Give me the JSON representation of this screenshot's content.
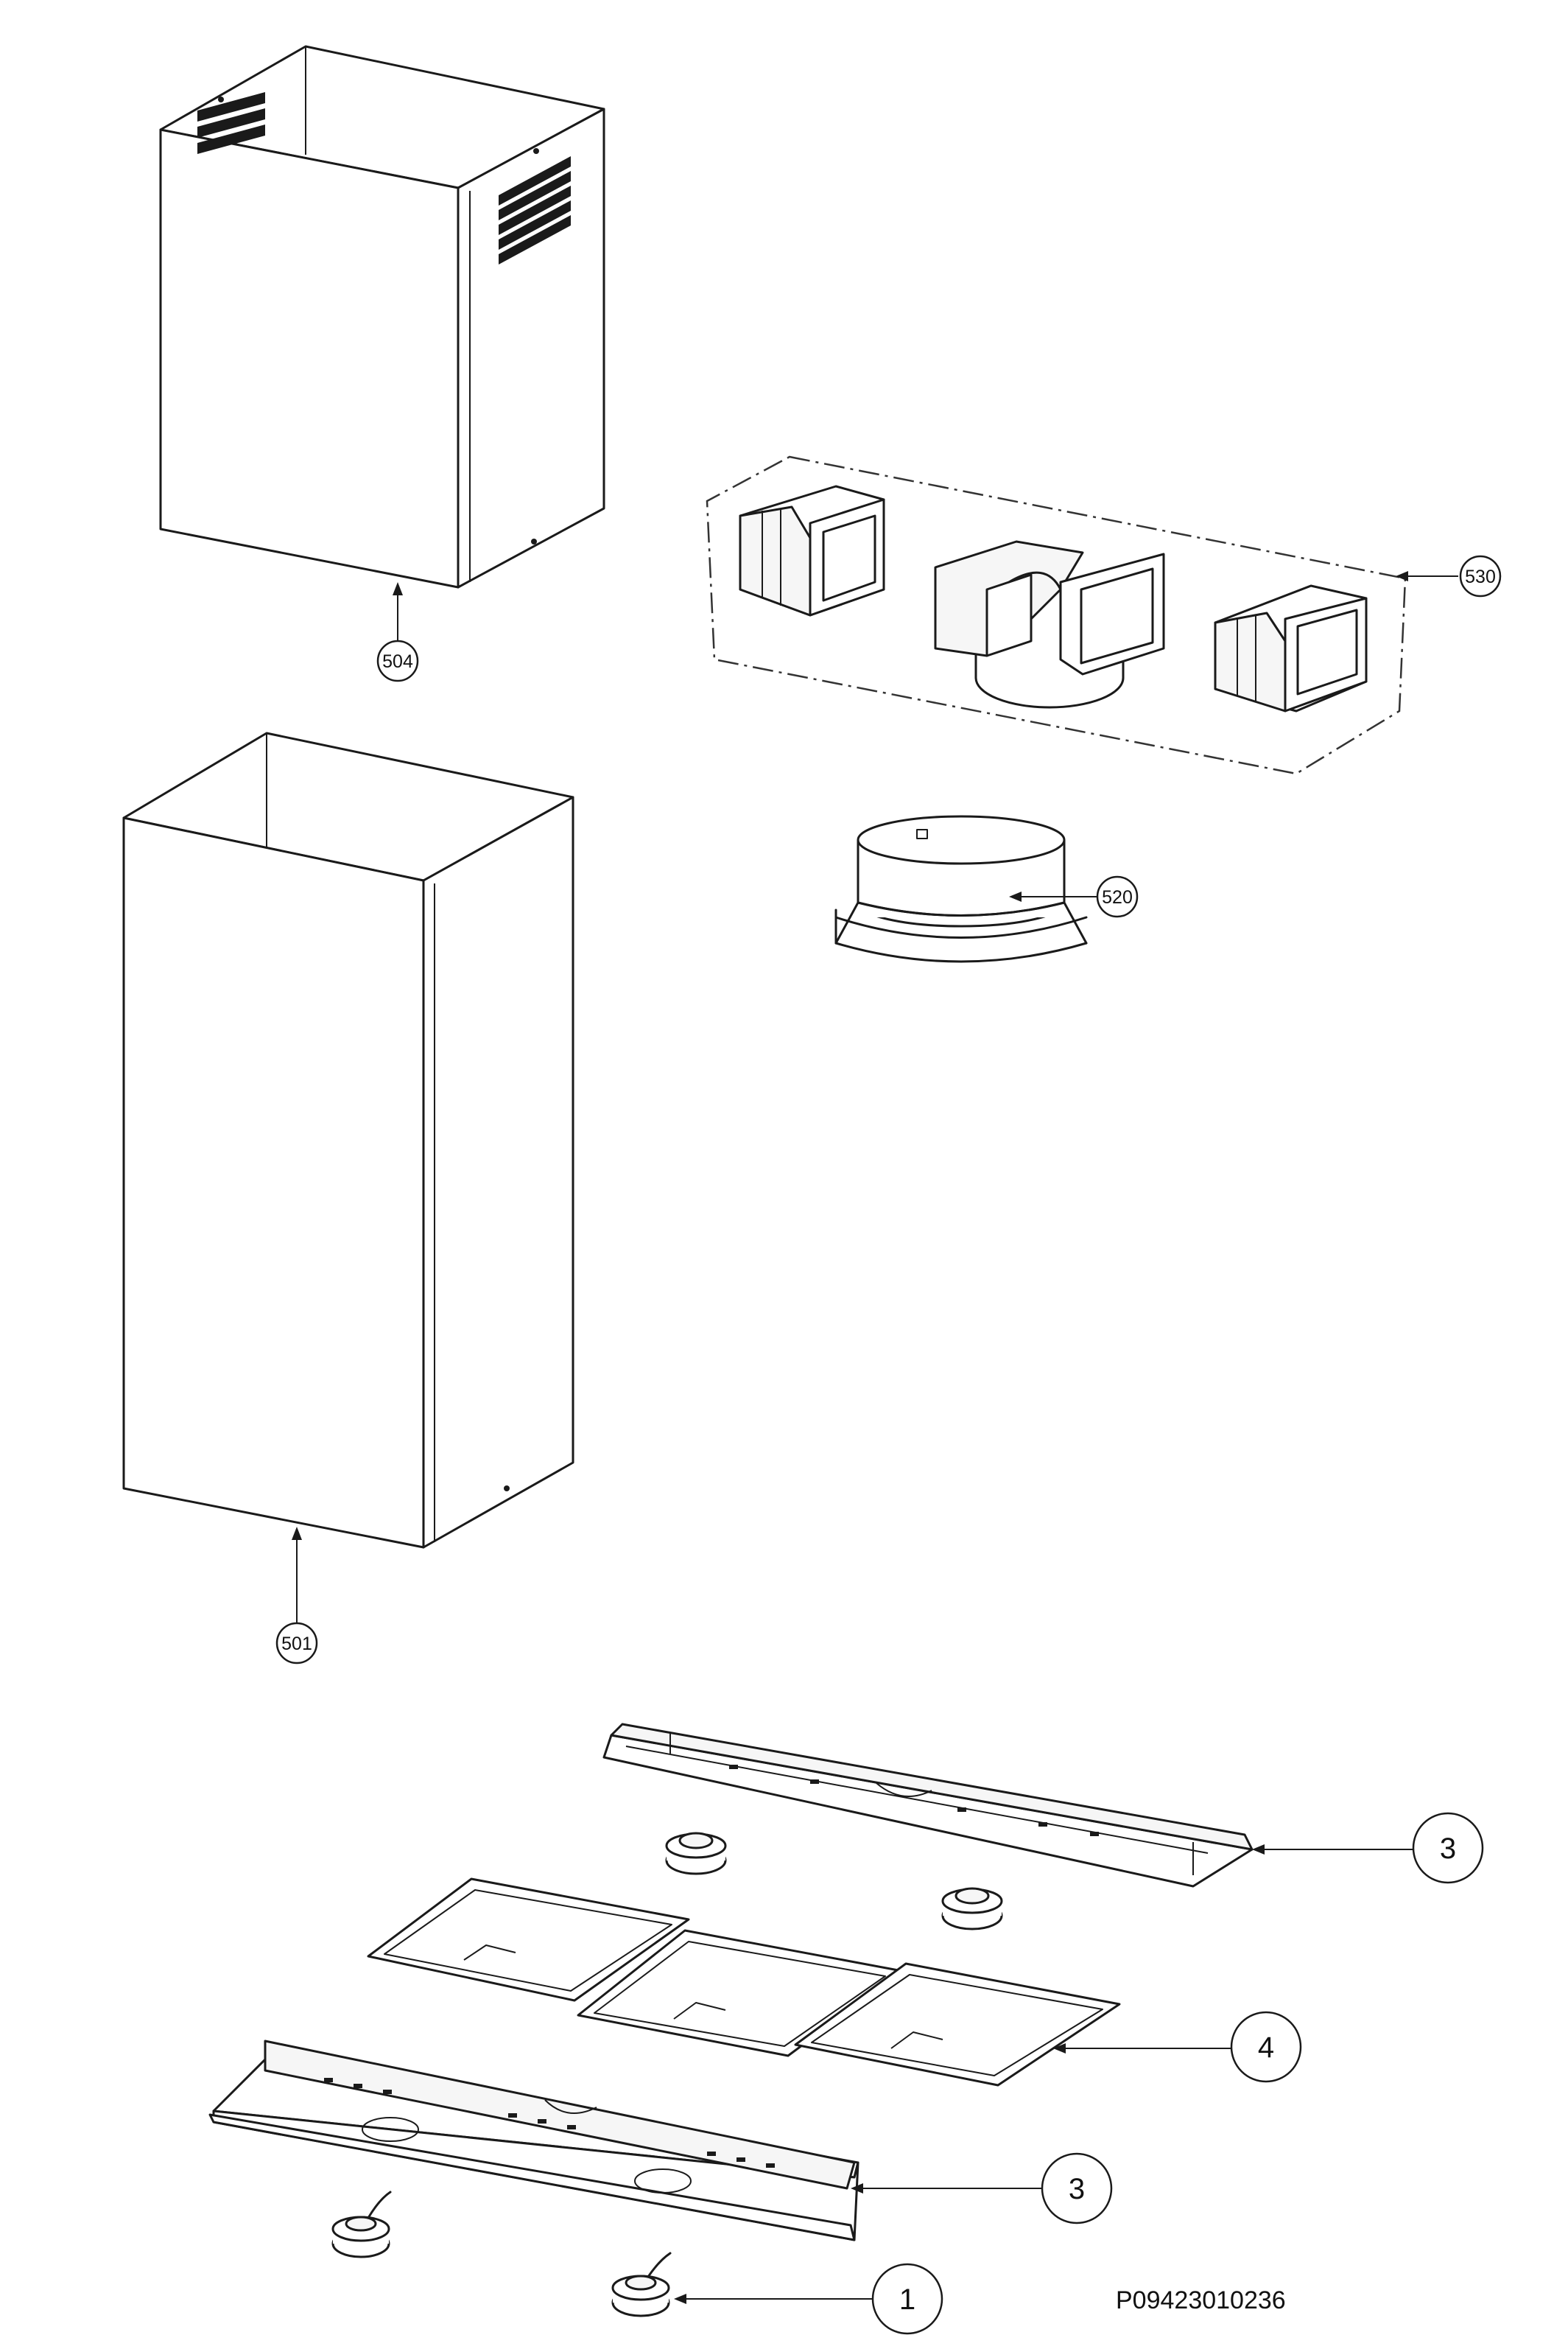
{
  "drawing_code": "P09423010236",
  "callouts": [
    {
      "id": "c504",
      "label": "504"
    },
    {
      "id": "c530",
      "label": "530"
    },
    {
      "id": "c520",
      "label": "520"
    },
    {
      "id": "c501",
      "label": "501"
    },
    {
      "id": "c3a",
      "label": "3"
    },
    {
      "id": "c4",
      "label": "4"
    },
    {
      "id": "c3b",
      "label": "3"
    },
    {
      "id": "c1",
      "label": "1"
    }
  ]
}
